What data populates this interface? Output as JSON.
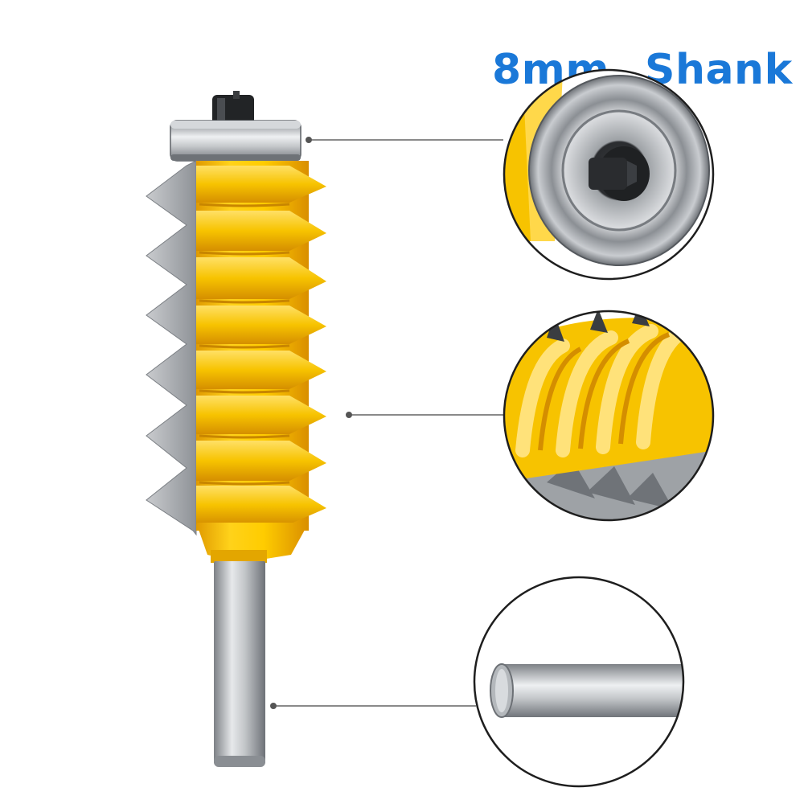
{
  "title": {
    "size_label": "8mm",
    "part_label": "Shank",
    "color": "#1a78d8"
  },
  "product": {
    "name": "finger-joint-router-bit",
    "body_color": "#f5c200",
    "steel_color": "#b9bcc0",
    "shank_color": "#a8acb0"
  },
  "callouts": [
    {
      "name": "bearing-detail",
      "target": "bearing"
    },
    {
      "name": "cutter-detail",
      "target": "cutting-teeth"
    },
    {
      "name": "shank-detail",
      "target": "shank"
    }
  ]
}
